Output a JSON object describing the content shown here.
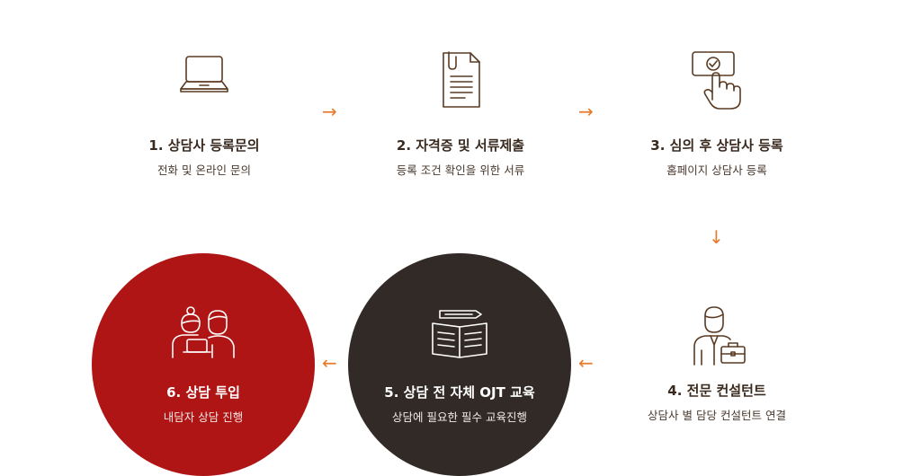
{
  "steps": [
    {
      "title": "1. 상담사 등록문의",
      "subtitle": "전화 및 온라인 문의",
      "icon": "laptop-icon"
    },
    {
      "title": "2. 자격증 및 서류제출",
      "subtitle": "등록 조건 확인을 위한 서류",
      "icon": "document-icon"
    },
    {
      "title": "3. 심의 후 상담사 등록",
      "subtitle": "홈페이지 상담사 등록",
      "icon": "hand-pointer-check-icon"
    },
    {
      "title": "4. 전문 컨설턴트",
      "subtitle": "상담사 별 담당 컨설턴트 연결",
      "icon": "consultant-briefcase-icon"
    },
    {
      "title": "5. 상담 전 자체 OJT 교육",
      "subtitle": "상담에 필요한 필수 교육진행",
      "icon": "open-book-icon"
    },
    {
      "title": "6. 상담 투입",
      "subtitle": "내담자 상담 진행",
      "icon": "counseling-people-icon"
    }
  ],
  "arrows": {
    "right": "→",
    "down": "↓",
    "left": "←"
  },
  "colors": {
    "accent_arrow": "#e87a2a",
    "icon_stroke": "#5a3a22",
    "circle_dark": "#322a26",
    "circle_red": "#b01515"
  }
}
